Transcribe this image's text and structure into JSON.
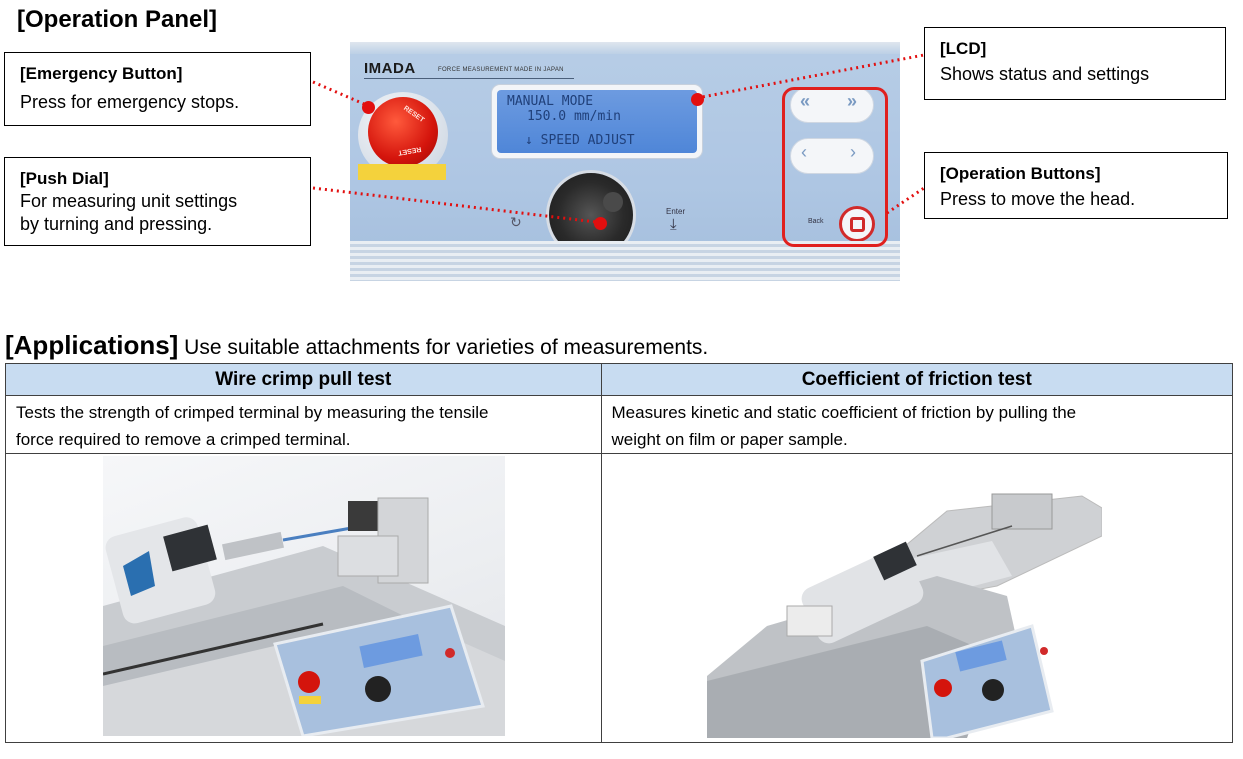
{
  "operation_panel": {
    "title": "[Operation Panel]",
    "brand": "IMADA",
    "brand_subtitle": "FORCE MEASUREMENT MADE IN JAPAN",
    "lcd_lines": [
      "MANUAL MODE",
      "150.0 mm/min",
      "↓ SPEED ADJUST"
    ],
    "emergency_ring_labels": [
      "RESET",
      "RESET"
    ],
    "enter_label": "Enter",
    "back_label": "Back"
  },
  "callouts": {
    "emergency": {
      "title": "[Emergency Button]",
      "body": "Press for emergency stops."
    },
    "push_dial": {
      "title": "[Push Dial]",
      "body_line1": "For measuring unit settings",
      "body_line2": "by turning and pressing."
    },
    "lcd": {
      "title": "[LCD]",
      "body": "Shows status and settings"
    },
    "operation_buttons": {
      "title": "[Operation Buttons]",
      "body": "Press to move the head."
    }
  },
  "applications": {
    "title": "[Applications]",
    "subtitle": " Use suitable attachments for varieties of measurements.",
    "columns": [
      {
        "header": "Wire crimp pull test",
        "line1": "Tests the strength of crimped terminal by measuring the tensile",
        "line2": "force required to remove a crimped terminal."
      },
      {
        "header": "Coefficient of friction test",
        "line1": "Measures kinetic and static coefficient of friction by pulling the",
        "line2": "weight on film or paper sample."
      }
    ]
  },
  "colors": {
    "panel_blue": "#aec6e3",
    "highlight_red": "#e0201e",
    "table_header": "#c8dcf1"
  }
}
